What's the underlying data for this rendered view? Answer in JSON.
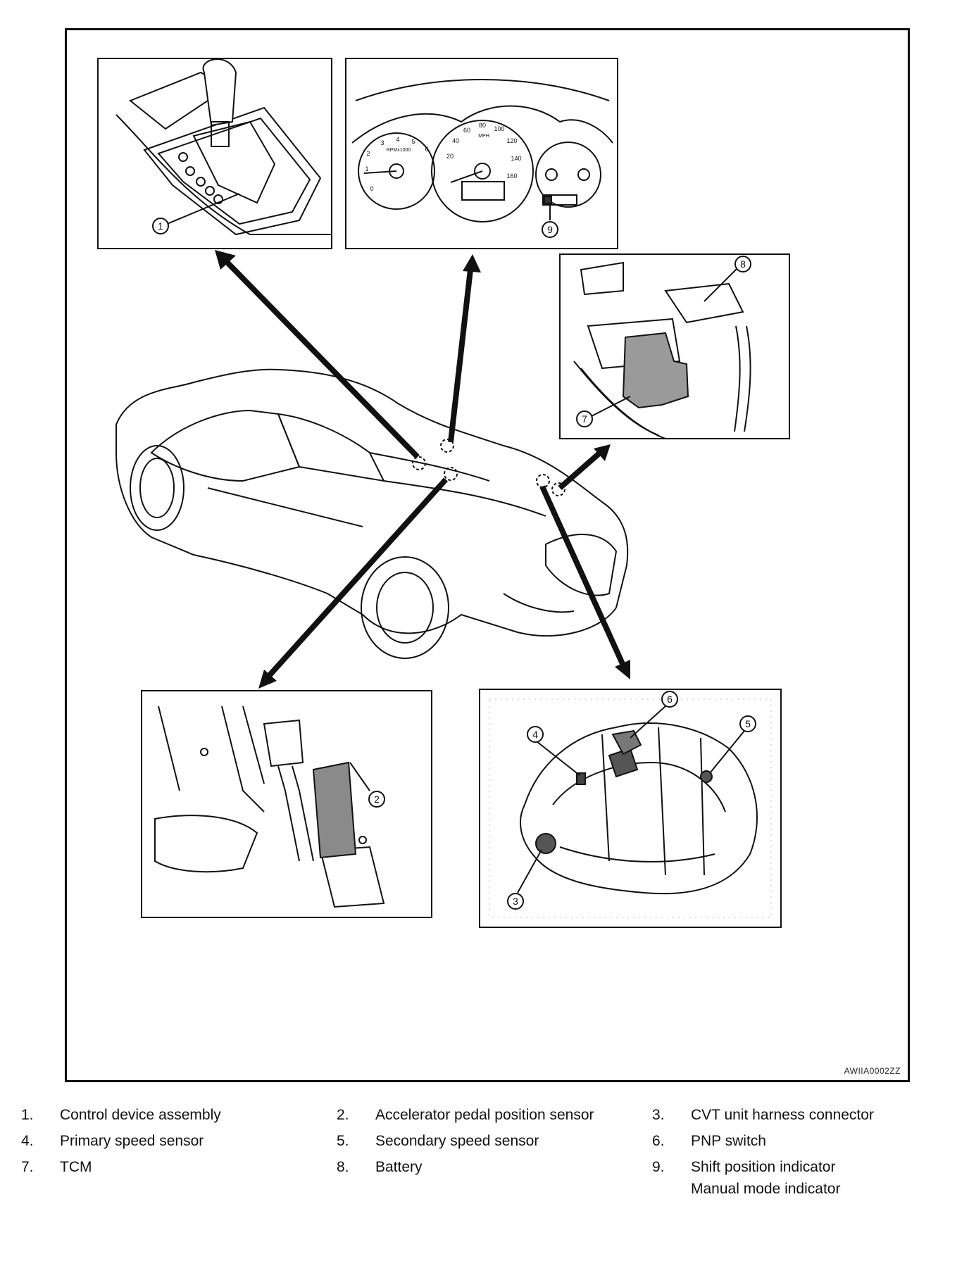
{
  "figure_code": "AWIIA0002ZZ",
  "callouts": [
    "1",
    "2",
    "3",
    "4",
    "5",
    "6",
    "7",
    "8",
    "9"
  ],
  "gauges": {
    "tach_numbers": [
      "3",
      "4",
      "5",
      "6",
      "2",
      "1",
      "0"
    ],
    "tach_unit": "RPMx1000",
    "speed_numbers": [
      "60",
      "80",
      "100",
      "40",
      "120",
      "20",
      "140",
      "160"
    ],
    "speed_unit": "MPH"
  },
  "legend": [
    {
      "num": "1.",
      "lines": [
        "Control device assembly"
      ]
    },
    {
      "num": "2.",
      "lines": [
        "Accelerator pedal position sensor"
      ]
    },
    {
      "num": "3.",
      "lines": [
        "CVT unit harness connector"
      ]
    },
    {
      "num": "4.",
      "lines": [
        "Primary speed sensor"
      ]
    },
    {
      "num": "5.",
      "lines": [
        "Secondary speed sensor"
      ]
    },
    {
      "num": "6.",
      "lines": [
        "PNP switch"
      ]
    },
    {
      "num": "7.",
      "lines": [
        "TCM"
      ]
    },
    {
      "num": "8.",
      "lines": [
        "Battery"
      ]
    },
    {
      "num": "9.",
      "lines": [
        "Shift position indicator",
        "Manual mode indicator"
      ]
    }
  ]
}
